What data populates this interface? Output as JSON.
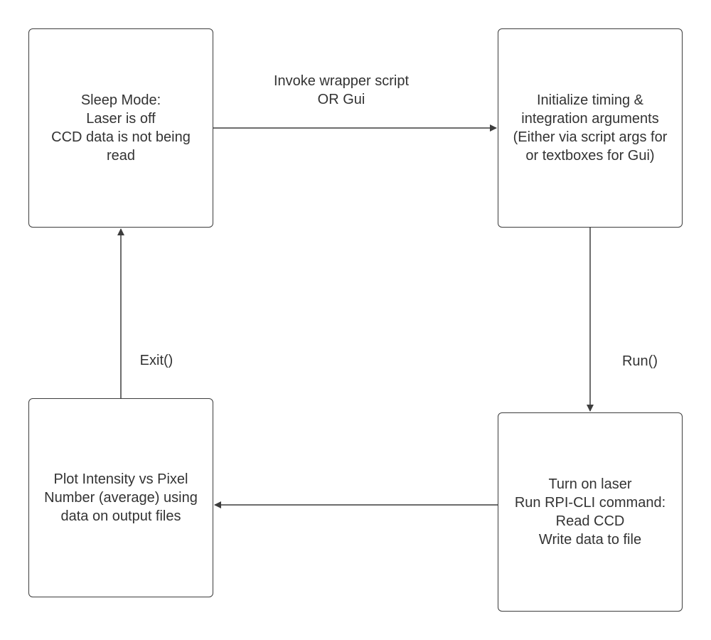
{
  "nodes": {
    "sleep": {
      "lines": [
        "Sleep Mode:",
        "Laser is off",
        "CCD data is not being",
        "read"
      ]
    },
    "init": {
      "lines": [
        "Initialize timing &",
        "integration arguments",
        "(Either via script args for",
        "or textboxes for Gui)"
      ]
    },
    "run": {
      "lines": [
        "Turn on laser",
        "Run RPI-CLI command:",
        "Read CCD",
        "Write data to file"
      ]
    },
    "plot": {
      "lines": [
        "Plot Intensity vs Pixel",
        "Number (average) using",
        "data on output files"
      ]
    }
  },
  "edges": {
    "invoke": {
      "lines": [
        "Invoke wrapper script",
        "OR Gui"
      ]
    },
    "run": {
      "label": "Run()"
    },
    "exit": {
      "label": "Exit()"
    }
  },
  "colors": {
    "stroke": "#3d3d3d",
    "text": "#333333",
    "background": "#ffffff"
  }
}
